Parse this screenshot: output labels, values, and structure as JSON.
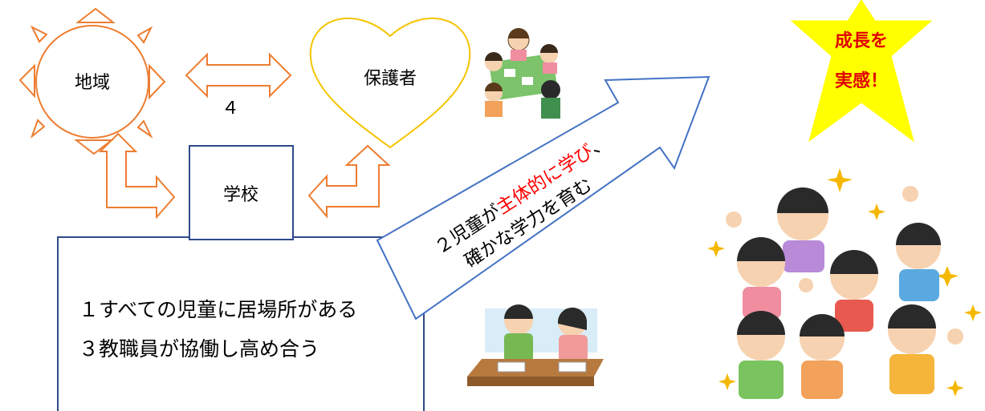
{
  "nodes": {
    "community": "地域",
    "guardians": "保護者",
    "school": "学校"
  },
  "link_number": "４",
  "arrow_text": {
    "line1_prefix": "２児童が",
    "line1_emphasis": "主体的に学び",
    "line1_suffix": "、",
    "line2": "確かな学力を育む"
  },
  "box_lines": [
    "１すべての児童に居場所がある",
    "３教職員が協働し高め合う"
  ],
  "star_text": [
    "成長を",
    "実感！"
  ],
  "colors": {
    "orange": "#ED7D31",
    "gold": "#F5C400",
    "navy": "#2F4A8A",
    "blue": "#4472C4",
    "star": "#FFFF00",
    "emphasis": "#FF0000",
    "star_text": "#E00000"
  },
  "illustrations": [
    "parents-meeting-illustration",
    "students-studying-illustration",
    "cheering-children-illustration"
  ]
}
